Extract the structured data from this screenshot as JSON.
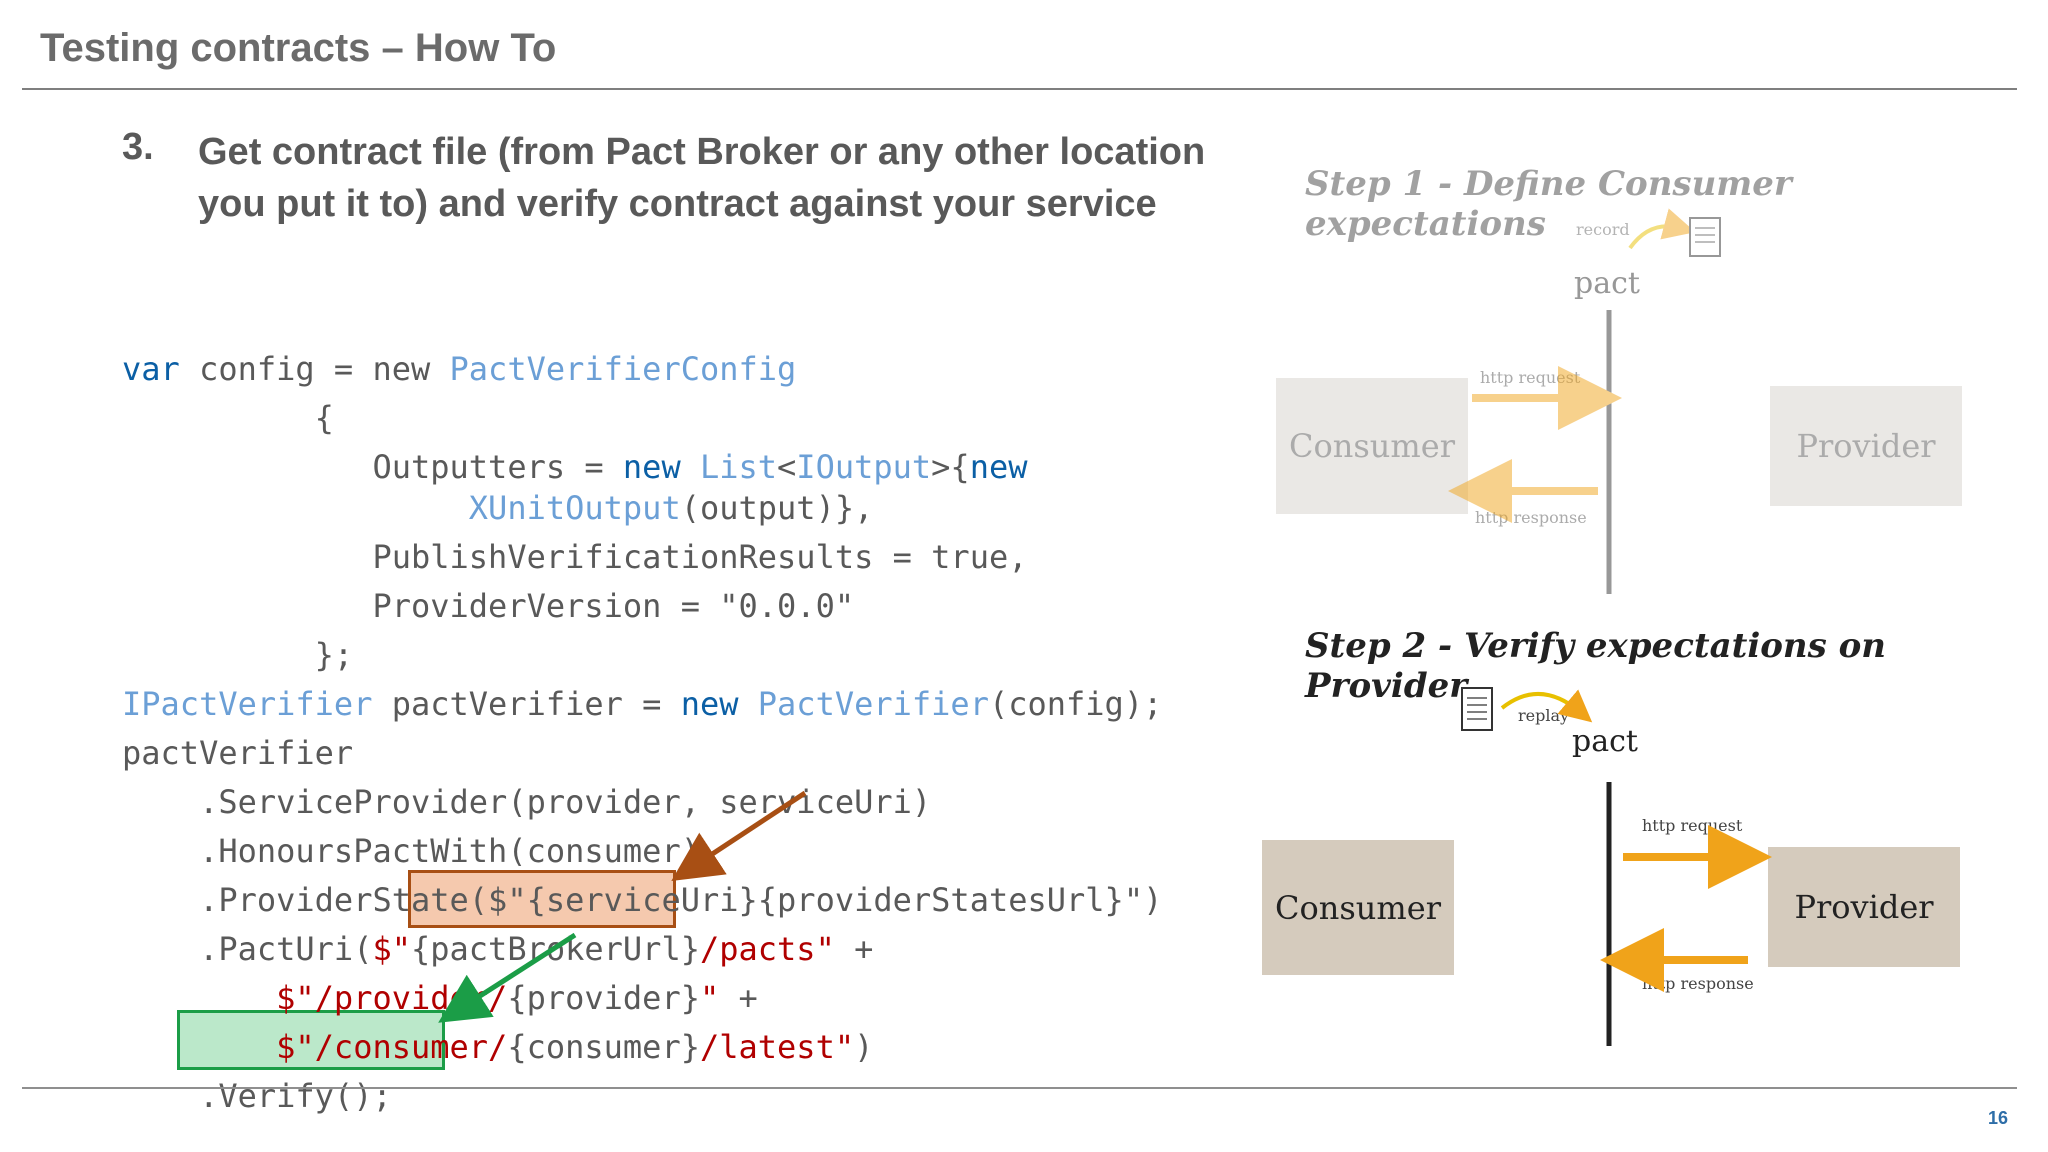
{
  "slide": {
    "title": "Testing contracts – How To",
    "page_number": "16"
  },
  "step": {
    "number": "3.",
    "text": "Get contract file (from Pact Broker or any other location you put it to) and verify contract against your service"
  },
  "code": {
    "l1_kw": "var",
    "l1_text": " config = new ",
    "l1_type": "PactVerifierConfig",
    "l2": "{",
    "l3_a": "Outputters = ",
    "l3_kw": "new",
    "l3_sp": " ",
    "l3_type1": "List",
    "l3_lt": "<",
    "l3_type2": "IOutput",
    "l3_gt": ">{",
    "l3_kw2": "new",
    "l4_type": "XUnitOutput",
    "l4_rest": "(output)},",
    "l5": "PublishVerificationResults = true,",
    "l6": "ProviderVersion = \"0.0.0\"",
    "l7": "};",
    "l8_type": "IPactVerifier",
    "l8_a": " pactVerifier = ",
    "l8_kw": "new",
    "l8_sp": " ",
    "l8_type2": "PactVerifier",
    "l8_rest": "(config);",
    "l9": "pactVerifier",
    "l10": ".ServiceProvider(provider, serviceUri)",
    "l11": ".HonoursPactWith(consumer)",
    "l12": ".ProviderState($\"{serviceUri}{providerStatesUrl}\")",
    "l13_a": ".PactUri(",
    "l13_s1": "$\"",
    "l13_b": "{pactBrokerUrl}",
    "l13_s2": "/pacts\"",
    "l13_c": " +",
    "l14_s1": "$\"/provider/",
    "l14_b": "{provider}",
    "l14_s2": "\"",
    "l14_c": " +",
    "l15_s1": "$\"/consumer/",
    "l15_b": "{consumer}",
    "l15_s2": "/latest\"",
    "l15_c": ")",
    "l16": ".Verify();"
  },
  "diagram": {
    "step1_title": "Step 1 - Define Consumer expectations",
    "step1_record": "record",
    "step1_pact": "pact",
    "step1_consumer": "Consumer",
    "step1_provider": "Provider",
    "step1_http_request": "http request",
    "step1_http_response": "http response",
    "step2_title": "Step 2 - Verify expectations on Provider",
    "step2_replay": "replay",
    "step2_pact": "pact",
    "step2_consumer": "Consumer",
    "step2_provider": "Provider",
    "step2_http_request": "http request",
    "step2_http_response": "http response"
  },
  "colors": {
    "highlight_orange": "#a84f14",
    "highlight_green": "#1b9d47",
    "arrow_yellow": "#f0a31a"
  }
}
